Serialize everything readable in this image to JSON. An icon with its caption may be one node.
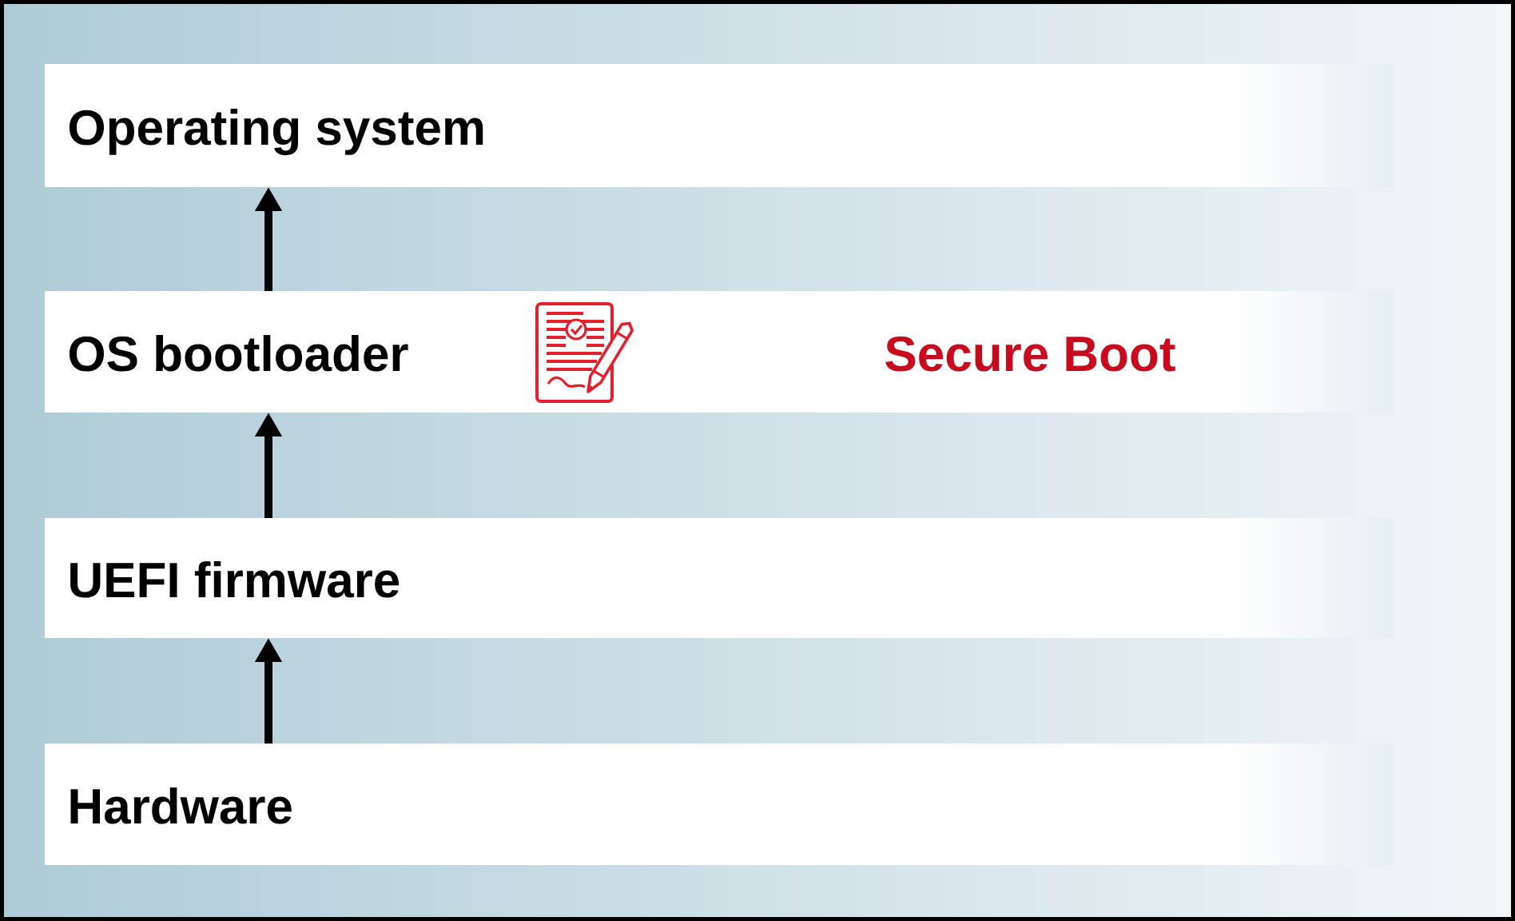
{
  "diagram": {
    "nodes": [
      {
        "text": [
          "Operating system"
        ]
      },
      {
        "text": [
          "OS bootloader",
          "Secure Boot"
        ]
      },
      {
        "text": [
          "UEFI firmware"
        ]
      },
      {
        "text": [
          "Hardware"
        ]
      }
    ],
    "edges": [
      {
        "from": 3,
        "to": 2,
        "arrow": "to"
      },
      {
        "from": 2,
        "to": 1,
        "arrow": "to"
      },
      {
        "from": 1,
        "to": 0,
        "arrow": "to"
      }
    ]
  }
}
